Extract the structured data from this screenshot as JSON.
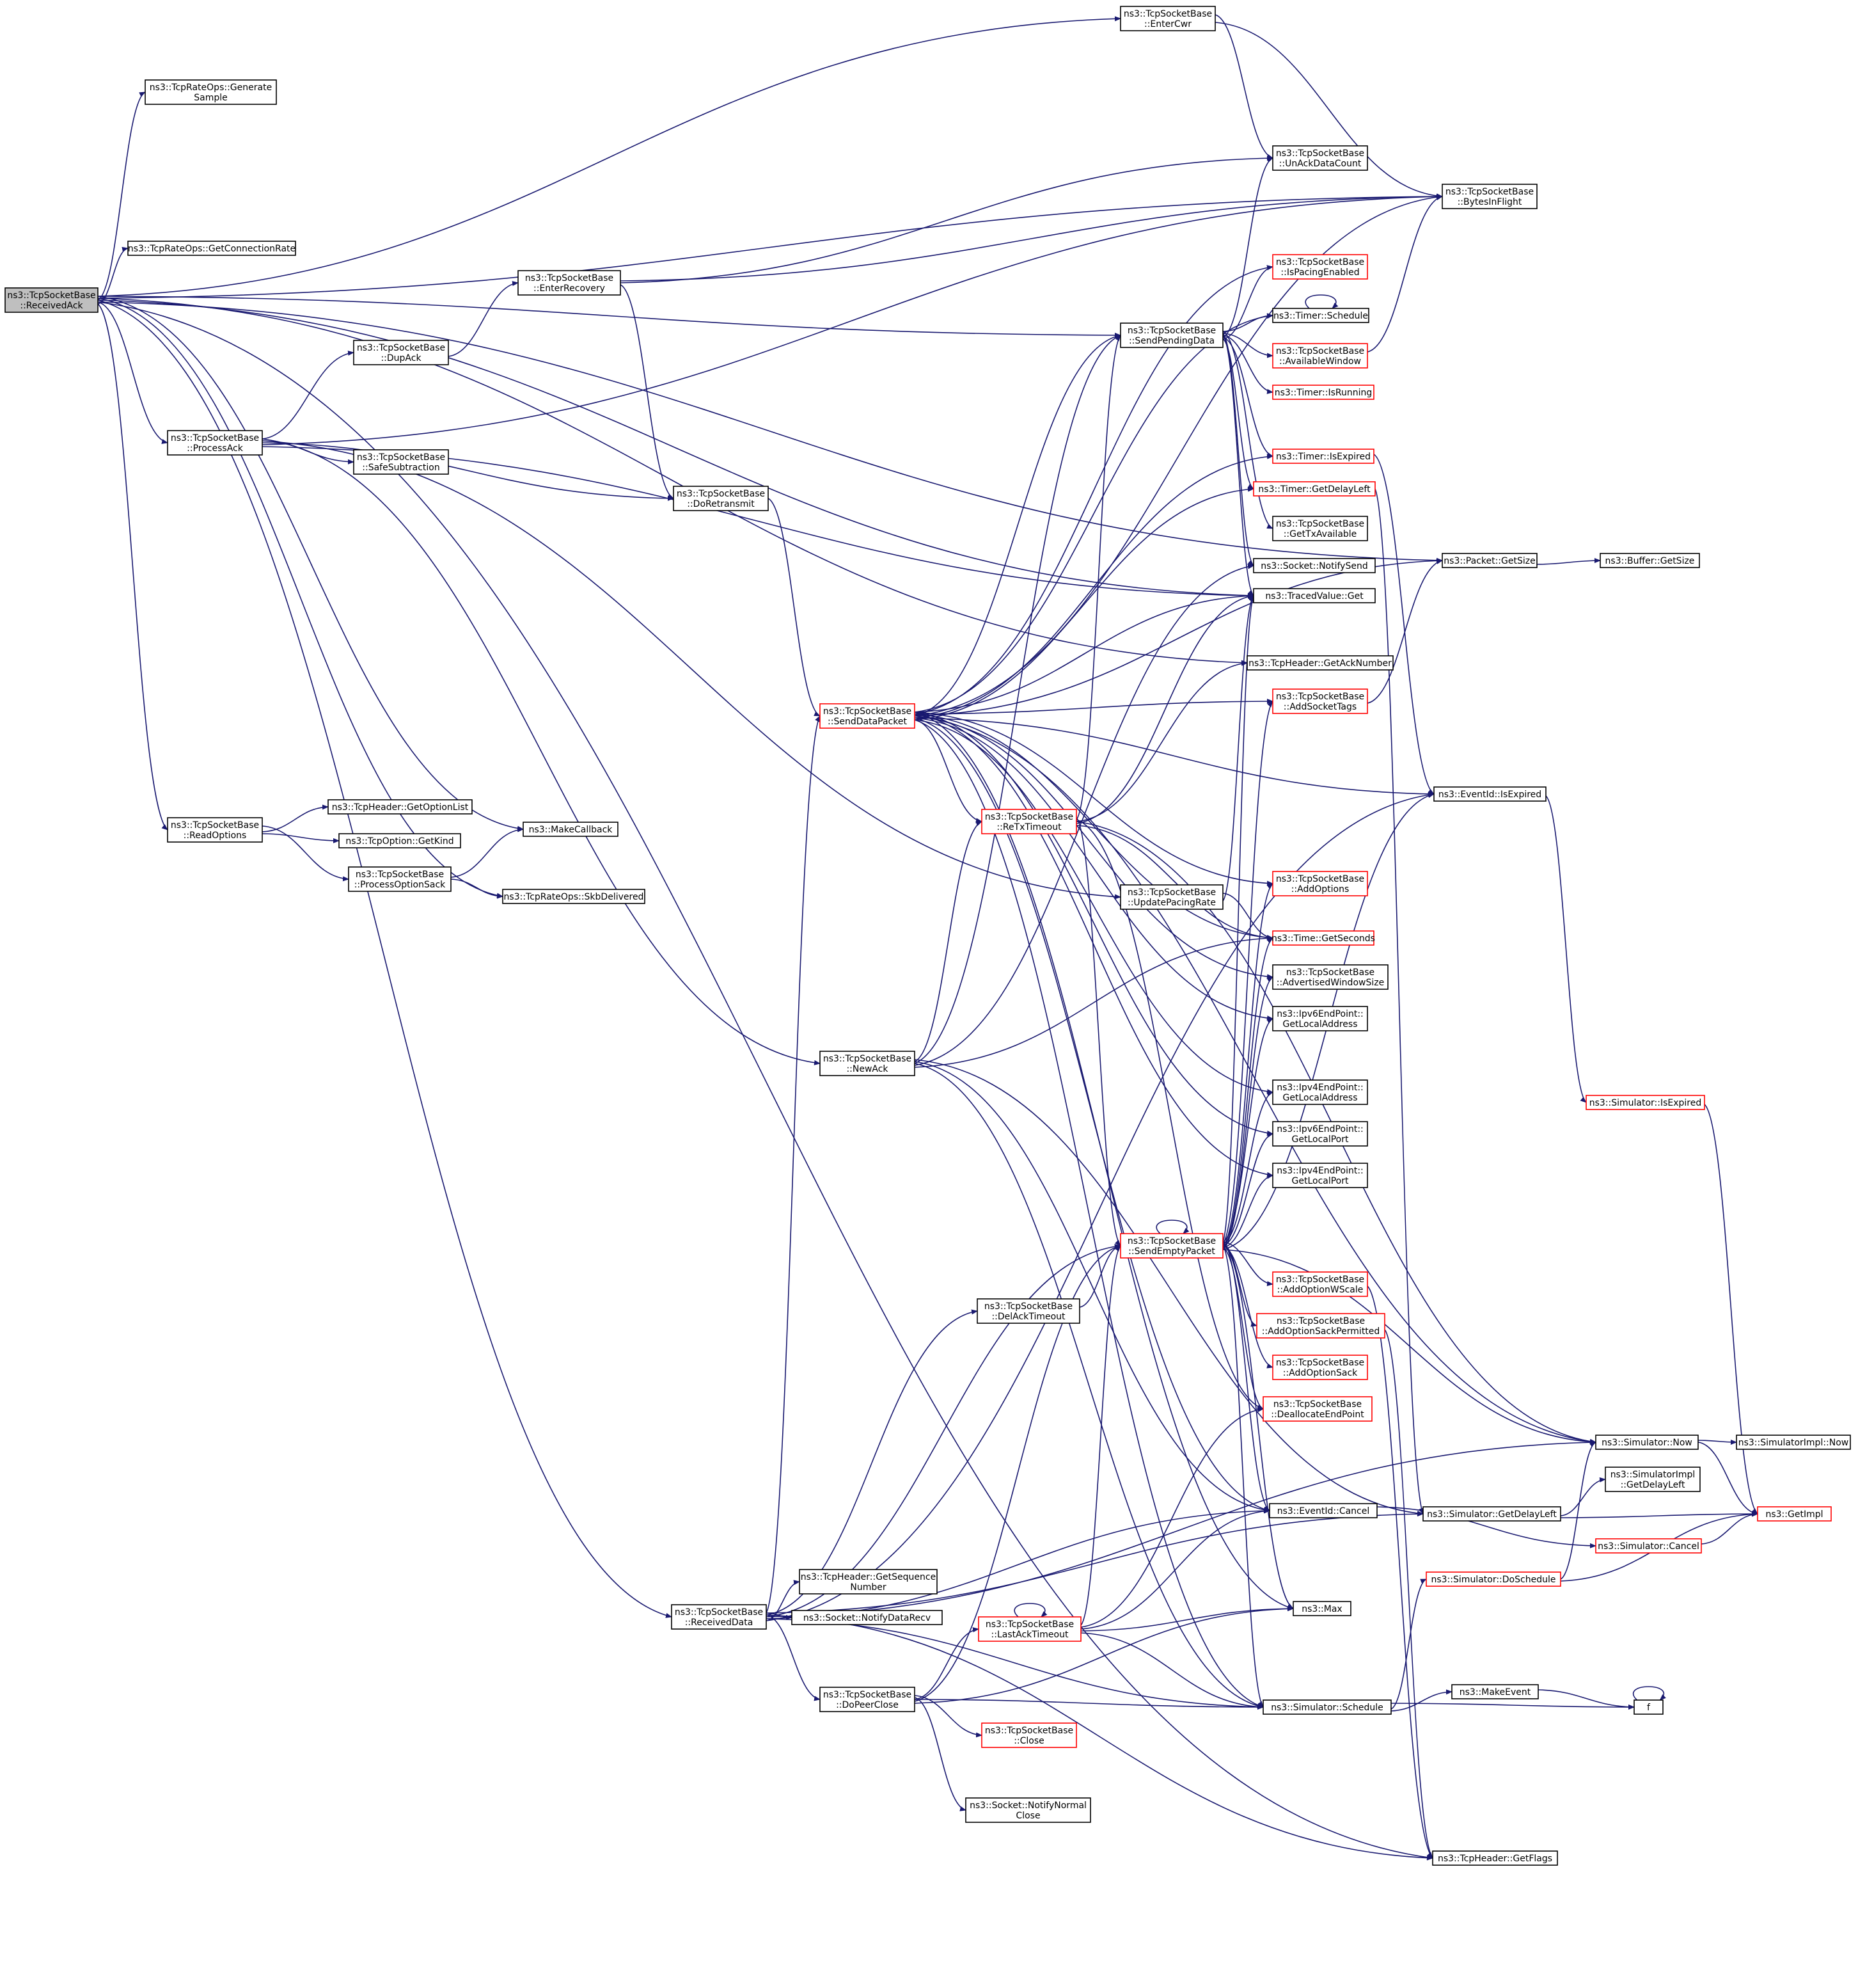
{
  "nodes": [
    {
      "id": "received_ack",
      "lines": [
        "ns3::TcpSocketBase",
        "::ReceivedAck"
      ],
      "root": true
    },
    {
      "id": "enter_cwr",
      "lines": [
        "ns3::TcpSocketBase",
        "::EnterCwr"
      ]
    },
    {
      "id": "generate_sample",
      "lines": [
        "ns3::TcpRateOps::Generate",
        "Sample"
      ]
    },
    {
      "id": "get_connection_rate",
      "lines": [
        "ns3::TcpRateOps::GetConnectionRate"
      ]
    },
    {
      "id": "enter_recovery",
      "lines": [
        "ns3::TcpSocketBase",
        "::EnterRecovery"
      ]
    },
    {
      "id": "dup_ack",
      "lines": [
        "ns3::TcpSocketBase",
        "::DupAck"
      ]
    },
    {
      "id": "process_ack",
      "lines": [
        "ns3::TcpSocketBase",
        "::ProcessAck"
      ]
    },
    {
      "id": "safe_subtraction",
      "lines": [
        "ns3::TcpSocketBase",
        "::SafeSubtraction"
      ]
    },
    {
      "id": "do_retransmit",
      "lines": [
        "ns3::TcpSocketBase",
        "::DoRetransmit"
      ]
    },
    {
      "id": "read_options",
      "lines": [
        "ns3::TcpSocketBase",
        "::ReadOptions"
      ]
    },
    {
      "id": "get_option_list",
      "lines": [
        "ns3::TcpHeader::GetOptionList"
      ]
    },
    {
      "id": "get_kind",
      "lines": [
        "ns3::TcpOption::GetKind"
      ]
    },
    {
      "id": "process_option_sack",
      "lines": [
        "ns3::TcpSocketBase",
        "::ProcessOptionSack"
      ]
    },
    {
      "id": "make_callback",
      "lines": [
        "ns3::MakeCallback"
      ]
    },
    {
      "id": "skb_delivered",
      "lines": [
        "ns3::TcpRateOps::SkbDelivered"
      ]
    },
    {
      "id": "unack_data_count",
      "lines": [
        "ns3::TcpSocketBase",
        "::UnAckDataCount"
      ]
    },
    {
      "id": "bytes_in_flight",
      "lines": [
        "ns3::TcpSocketBase",
        "::BytesInFlight"
      ]
    },
    {
      "id": "is_pacing_enabled",
      "lines": [
        "ns3::TcpSocketBase",
        "::IsPacingEnabled"
      ],
      "red": true
    },
    {
      "id": "send_pending_data",
      "lines": [
        "ns3::TcpSocketBase",
        "::SendPendingData"
      ]
    },
    {
      "id": "timer_schedule",
      "lines": [
        "ns3::Timer::Schedule"
      ]
    },
    {
      "id": "available_window",
      "lines": [
        "ns3::TcpSocketBase",
        "::AvailableWindow"
      ],
      "red": true
    },
    {
      "id": "timer_is_running",
      "lines": [
        "ns3::Timer::IsRunning"
      ],
      "red": true
    },
    {
      "id": "timer_is_expired",
      "lines": [
        "ns3::Timer::IsExpired"
      ],
      "red": true
    },
    {
      "id": "timer_get_delay_left",
      "lines": [
        "ns3::Timer::GetDelayLeft"
      ],
      "red": true
    },
    {
      "id": "get_tx_available",
      "lines": [
        "ns3::TcpSocketBase",
        "::GetTxAvailable"
      ]
    },
    {
      "id": "notify_send",
      "lines": [
        "ns3::Socket::NotifySend"
      ]
    },
    {
      "id": "traced_value_get",
      "lines": [
        "ns3::TracedValue::Get"
      ]
    },
    {
      "id": "get_ack_number",
      "lines": [
        "ns3::TcpHeader::GetAckNumber"
      ]
    },
    {
      "id": "add_socket_tags",
      "lines": [
        "ns3::TcpSocketBase",
        "::AddSocketTags"
      ],
      "red": true
    },
    {
      "id": "packet_get_size",
      "lines": [
        "ns3::Packet::GetSize"
      ]
    },
    {
      "id": "buffer_get_size",
      "lines": [
        "ns3::Buffer::GetSize"
      ]
    },
    {
      "id": "send_data_packet",
      "lines": [
        "ns3::TcpSocketBase",
        "::SendDataPacket"
      ],
      "red": true
    },
    {
      "id": "retx_timeout",
      "lines": [
        "ns3::TcpSocketBase",
        "::ReTxTimeout"
      ],
      "red": true
    },
    {
      "id": "event_id_is_expired",
      "lines": [
        "ns3::EventId::IsExpired"
      ]
    },
    {
      "id": "update_pacing_rate",
      "lines": [
        "ns3::TcpSocketBase",
        "::UpdatePacingRate"
      ]
    },
    {
      "id": "add_options",
      "lines": [
        "ns3::TcpSocketBase",
        "::AddOptions"
      ],
      "red": true
    },
    {
      "id": "time_get_seconds",
      "lines": [
        "ns3::Time::GetSeconds"
      ],
      "red": true
    },
    {
      "id": "advertised_window_size",
      "lines": [
        "ns3::TcpSocketBase",
        "::AdvertisedWindowSize"
      ]
    },
    {
      "id": "ipv6_get_local_address",
      "lines": [
        "ns3::Ipv6EndPoint::",
        "GetLocalAddress"
      ]
    },
    {
      "id": "new_ack",
      "lines": [
        "ns3::TcpSocketBase",
        "::NewAck"
      ]
    },
    {
      "id": "ipv4_get_local_address",
      "lines": [
        "ns3::Ipv4EndPoint::",
        "GetLocalAddress"
      ]
    },
    {
      "id": "simulator_is_expired",
      "lines": [
        "ns3::Simulator::IsExpired"
      ],
      "red": true
    },
    {
      "id": "ipv6_get_local_port",
      "lines": [
        "ns3::Ipv6EndPoint::",
        "GetLocalPort"
      ]
    },
    {
      "id": "ipv4_get_local_port",
      "lines": [
        "ns3::Ipv4EndPoint::",
        "GetLocalPort"
      ]
    },
    {
      "id": "send_empty_packet",
      "lines": [
        "ns3::TcpSocketBase",
        "::SendEmptyPacket"
      ],
      "red": true
    },
    {
      "id": "add_option_wscale",
      "lines": [
        "ns3::TcpSocketBase",
        "::AddOptionWScale"
      ],
      "red": true
    },
    {
      "id": "del_ack_timeout",
      "lines": [
        "ns3::TcpSocketBase",
        "::DelAckTimeout"
      ]
    },
    {
      "id": "add_option_sack_permitted",
      "lines": [
        "ns3::TcpSocketBase",
        "::AddOptionSackPermitted"
      ],
      "red": true
    },
    {
      "id": "add_option_sack",
      "lines": [
        "ns3::TcpSocketBase",
        "::AddOptionSack"
      ],
      "red": true
    },
    {
      "id": "deallocate_end_point",
      "lines": [
        "ns3::TcpSocketBase",
        "::DeallocateEndPoint"
      ],
      "red": true
    },
    {
      "id": "simulator_now",
      "lines": [
        "ns3::Simulator::Now"
      ]
    },
    {
      "id": "simulator_impl_now",
      "lines": [
        "ns3::SimulatorImpl::Now"
      ]
    },
    {
      "id": "simulator_impl_get_delay_left",
      "lines": [
        "ns3::SimulatorImpl",
        "::GetDelayLeft"
      ]
    },
    {
      "id": "event_id_cancel",
      "lines": [
        "ns3::EventId::Cancel"
      ]
    },
    {
      "id": "simulator_get_delay_left",
      "lines": [
        "ns3::Simulator::GetDelayLeft"
      ]
    },
    {
      "id": "get_impl",
      "lines": [
        "ns3::GetImpl"
      ],
      "red": true
    },
    {
      "id": "simulator_cancel",
      "lines": [
        "ns3::Simulator::Cancel"
      ],
      "red": true
    },
    {
      "id": "get_sequence_number",
      "lines": [
        "ns3::TcpHeader::GetSequence",
        "Number"
      ]
    },
    {
      "id": "simulator_do_schedule",
      "lines": [
        "ns3::Simulator::DoSchedule"
      ],
      "red": true
    },
    {
      "id": "last_ack_timeout",
      "lines": [
        "ns3::TcpSocketBase",
        "::LastAckTimeout"
      ],
      "red": true
    },
    {
      "id": "received_data",
      "lines": [
        "ns3::TcpSocketBase",
        "::ReceivedData"
      ]
    },
    {
      "id": "notify_data_recv",
      "lines": [
        "ns3::Socket::NotifyDataRecv"
      ]
    },
    {
      "id": "max",
      "lines": [
        "ns3::Max"
      ]
    },
    {
      "id": "do_peer_close",
      "lines": [
        "ns3::TcpSocketBase",
        "::DoPeerClose"
      ]
    },
    {
      "id": "make_event",
      "lines": [
        "ns3::MakeEvent"
      ]
    },
    {
      "id": "simulator_schedule",
      "lines": [
        "ns3::Simulator::Schedule"
      ]
    },
    {
      "id": "f",
      "lines": [
        "f"
      ]
    },
    {
      "id": "close",
      "lines": [
        "ns3::TcpSocketBase",
        "::Close"
      ],
      "red": true
    },
    {
      "id": "notify_normal_close",
      "lines": [
        "ns3::Socket::NotifyNormal",
        "Close"
      ]
    },
    {
      "id": "get_flags",
      "lines": [
        "ns3::TcpHeader::GetFlags"
      ]
    }
  ],
  "edges": [
    [
      "received_ack",
      "enter_cwr"
    ],
    [
      "received_ack",
      "bytes_in_flight"
    ],
    [
      "received_ack",
      "generate_sample"
    ],
    [
      "received_ack",
      "packet_get_size"
    ],
    [
      "received_ack",
      "get_connection_rate"
    ],
    [
      "received_ack",
      "send_pending_data"
    ],
    [
      "received_ack",
      "get_ack_number"
    ],
    [
      "received_ack",
      "traced_value_get"
    ],
    [
      "received_ack",
      "process_ack"
    ],
    [
      "received_ack",
      "read_options"
    ],
    [
      "received_ack",
      "make_callback"
    ],
    [
      "received_ack",
      "skb_delivered"
    ],
    [
      "received_ack",
      "received_data"
    ],
    [
      "received_ack",
      "get_flags"
    ],
    [
      "enter_cwr",
      "bytes_in_flight"
    ],
    [
      "enter_cwr",
      "unack_data_count"
    ],
    [
      "enter_recovery",
      "bytes_in_flight"
    ],
    [
      "enter_recovery",
      "unack_data_count"
    ],
    [
      "enter_recovery",
      "do_retransmit"
    ],
    [
      "dup_ack",
      "enter_recovery"
    ],
    [
      "process_ack",
      "dup_ack"
    ],
    [
      "process_ack",
      "safe_subtraction"
    ],
    [
      "process_ack",
      "do_retransmit"
    ],
    [
      "process_ack",
      "bytes_in_flight"
    ],
    [
      "process_ack",
      "traced_value_get"
    ],
    [
      "process_ack",
      "new_ack"
    ],
    [
      "process_ack",
      "update_pacing_rate"
    ],
    [
      "do_retransmit",
      "send_data_packet"
    ],
    [
      "read_options",
      "get_option_list"
    ],
    [
      "read_options",
      "get_kind"
    ],
    [
      "read_options",
      "process_option_sack"
    ],
    [
      "process_option_sack",
      "make_callback"
    ],
    [
      "process_option_sack",
      "skb_delivered"
    ],
    [
      "send_pending_data",
      "unack_data_count"
    ],
    [
      "send_pending_data",
      "is_pacing_enabled"
    ],
    [
      "send_pending_data",
      "timer_schedule"
    ],
    [
      "send_pending_data",
      "available_window"
    ],
    [
      "send_pending_data",
      "timer_is_running"
    ],
    [
      "send_pending_data",
      "timer_is_expired"
    ],
    [
      "send_pending_data",
      "timer_get_delay_left"
    ],
    [
      "send_pending_data",
      "get_tx_available"
    ],
    [
      "send_pending_data",
      "notify_send"
    ],
    [
      "send_pending_data",
      "traced_value_get"
    ],
    [
      "send_pending_data",
      "send_data_packet"
    ],
    [
      "timer_schedule",
      "timer_schedule"
    ],
    [
      "available_window",
      "bytes_in_flight"
    ],
    [
      "timer_is_expired",
      "event_id_is_expired"
    ],
    [
      "timer_get_delay_left",
      "simulator_get_delay_left"
    ],
    [
      "add_socket_tags",
      "packet_get_size"
    ],
    [
      "packet_get_size",
      "buffer_get_size"
    ],
    [
      "send_data_packet",
      "timer_schedule"
    ],
    [
      "send_data_packet",
      "is_pacing_enabled"
    ],
    [
      "send_data_packet",
      "bytes_in_flight"
    ],
    [
      "send_data_packet",
      "timer_is_expired"
    ],
    [
      "send_data_packet",
      "timer_get_delay_left"
    ],
    [
      "send_data_packet",
      "traced_value_get"
    ],
    [
      "send_data_packet",
      "add_socket_tags"
    ],
    [
      "send_data_packet",
      "packet_get_size"
    ],
    [
      "send_data_packet",
      "event_id_is_expired"
    ],
    [
      "send_data_packet",
      "retx_timeout"
    ],
    [
      "send_data_packet",
      "add_options"
    ],
    [
      "send_data_packet",
      "time_get_seconds"
    ],
    [
      "send_data_packet",
      "advertised_window_size"
    ],
    [
      "send_data_packet",
      "ipv6_get_local_address"
    ],
    [
      "send_data_packet",
      "ipv4_get_local_address"
    ],
    [
      "send_data_packet",
      "ipv6_get_local_port"
    ],
    [
      "send_data_packet",
      "ipv4_get_local_port"
    ],
    [
      "send_data_packet",
      "simulator_now"
    ],
    [
      "send_data_packet",
      "event_id_cancel"
    ],
    [
      "send_data_packet",
      "simulator_schedule"
    ],
    [
      "send_data_packet",
      "max"
    ],
    [
      "retx_timeout",
      "send_pending_data"
    ],
    [
      "retx_timeout",
      "get_ack_number"
    ],
    [
      "retx_timeout",
      "traced_value_get"
    ],
    [
      "retx_timeout",
      "time_get_seconds"
    ],
    [
      "retx_timeout",
      "send_empty_packet"
    ],
    [
      "retx_timeout",
      "deallocate_end_point"
    ],
    [
      "retx_timeout",
      "simulator_now"
    ],
    [
      "event_id_is_expired",
      "simulator_is_expired"
    ],
    [
      "update_pacing_rate",
      "traced_value_get"
    ],
    [
      "update_pacing_rate",
      "time_get_seconds"
    ],
    [
      "new_ack",
      "retx_timeout"
    ],
    [
      "new_ack",
      "send_pending_data"
    ],
    [
      "new_ack",
      "notify_send"
    ],
    [
      "new_ack",
      "time_get_seconds"
    ],
    [
      "new_ack",
      "simulator_get_delay_left"
    ],
    [
      "new_ack",
      "event_id_cancel"
    ],
    [
      "new_ack",
      "simulator_schedule"
    ],
    [
      "simulator_is_expired",
      "get_impl"
    ],
    [
      "send_empty_packet",
      "send_empty_packet"
    ],
    [
      "send_empty_packet",
      "traced_value_get"
    ],
    [
      "send_empty_packet",
      "add_socket_tags"
    ],
    [
      "send_empty_packet",
      "add_options"
    ],
    [
      "send_empty_packet",
      "time_get_seconds"
    ],
    [
      "send_empty_packet",
      "advertised_window_size"
    ],
    [
      "send_empty_packet",
      "ipv6_get_local_address"
    ],
    [
      "send_empty_packet",
      "ipv4_get_local_address"
    ],
    [
      "send_empty_packet",
      "ipv6_get_local_port"
    ],
    [
      "send_empty_packet",
      "ipv4_get_local_port"
    ],
    [
      "send_empty_packet",
      "event_id_is_expired"
    ],
    [
      "send_empty_packet",
      "add_option_wscale"
    ],
    [
      "send_empty_packet",
      "add_option_sack_permitted"
    ],
    [
      "send_empty_packet",
      "add_option_sack"
    ],
    [
      "send_empty_packet",
      "deallocate_end_point"
    ],
    [
      "send_empty_packet",
      "simulator_now"
    ],
    [
      "send_empty_packet",
      "event_id_cancel"
    ],
    [
      "send_empty_packet",
      "max"
    ],
    [
      "send_empty_packet",
      "simulator_schedule"
    ],
    [
      "add_option_wscale",
      "get_flags"
    ],
    [
      "add_option_sack_permitted",
      "get_flags"
    ],
    [
      "del_ack_timeout",
      "send_empty_packet"
    ],
    [
      "simulator_now",
      "simulator_impl_now"
    ],
    [
      "simulator_now",
      "get_impl"
    ],
    [
      "simulator_get_delay_left",
      "simulator_impl_get_delay_left"
    ],
    [
      "simulator_get_delay_left",
      "get_impl"
    ],
    [
      "event_id_cancel",
      "simulator_cancel"
    ],
    [
      "simulator_cancel",
      "get_impl"
    ],
    [
      "simulator_do_schedule",
      "simulator_now"
    ],
    [
      "simulator_do_schedule",
      "get_impl"
    ],
    [
      "last_ack_timeout",
      "last_ack_timeout"
    ],
    [
      "last_ack_timeout",
      "send_empty_packet"
    ],
    [
      "last_ack_timeout",
      "deallocate_end_point"
    ],
    [
      "last_ack_timeout",
      "event_id_cancel"
    ],
    [
      "last_ack_timeout",
      "max"
    ],
    [
      "last_ack_timeout",
      "simulator_schedule"
    ],
    [
      "received_data",
      "send_data_packet"
    ],
    [
      "received_data",
      "del_ack_timeout"
    ],
    [
      "received_data",
      "send_empty_packet"
    ],
    [
      "received_data",
      "event_id_cancel"
    ],
    [
      "received_data",
      "get_sequence_number"
    ],
    [
      "received_data",
      "notify_data_recv"
    ],
    [
      "received_data",
      "do_peer_close"
    ],
    [
      "received_data",
      "simulator_now"
    ],
    [
      "received_data",
      "simulator_schedule"
    ],
    [
      "received_data",
      "event_id_is_expired"
    ],
    [
      "received_data",
      "simulator_get_delay_left"
    ],
    [
      "received_data",
      "get_flags"
    ],
    [
      "do_peer_close",
      "last_ack_timeout"
    ],
    [
      "do_peer_close",
      "send_empty_packet"
    ],
    [
      "do_peer_close",
      "max"
    ],
    [
      "do_peer_close",
      "close"
    ],
    [
      "do_peer_close",
      "notify_normal_close"
    ],
    [
      "do_peer_close",
      "simulator_schedule"
    ],
    [
      "simulator_schedule",
      "simulator_do_schedule"
    ],
    [
      "simulator_schedule",
      "make_event"
    ],
    [
      "simulator_schedule",
      "f"
    ],
    [
      "make_event",
      "f"
    ],
    [
      "f",
      "f"
    ]
  ]
}
